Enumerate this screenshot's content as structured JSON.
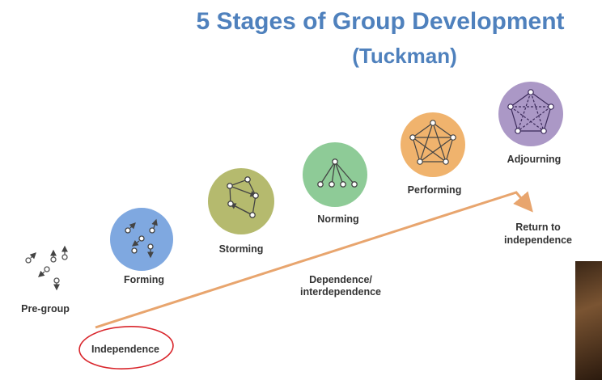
{
  "title": "5 Stages of Group Development",
  "subtitle": "(Tuckman)",
  "stages": [
    {
      "label": "Pre-group",
      "color": "#ffffff"
    },
    {
      "label": "Forming",
      "color": "#7fa8e0"
    },
    {
      "label": "Storming",
      "color": "#b5ba6e"
    },
    {
      "label": "Norming",
      "color": "#8ecb97"
    },
    {
      "label": "Performing",
      "color": "#f0b36d"
    },
    {
      "label": "Adjourning",
      "color": "#ab98c6"
    }
  ],
  "annotations": {
    "dependence": [
      "Dependence/",
      "interdependence"
    ],
    "return": [
      "Return to",
      "independence"
    ],
    "independence": "Independence"
  },
  "colors": {
    "title": "#4f81bd",
    "arrow": "#e8a56e",
    "circle_mark": "#d9262c"
  }
}
